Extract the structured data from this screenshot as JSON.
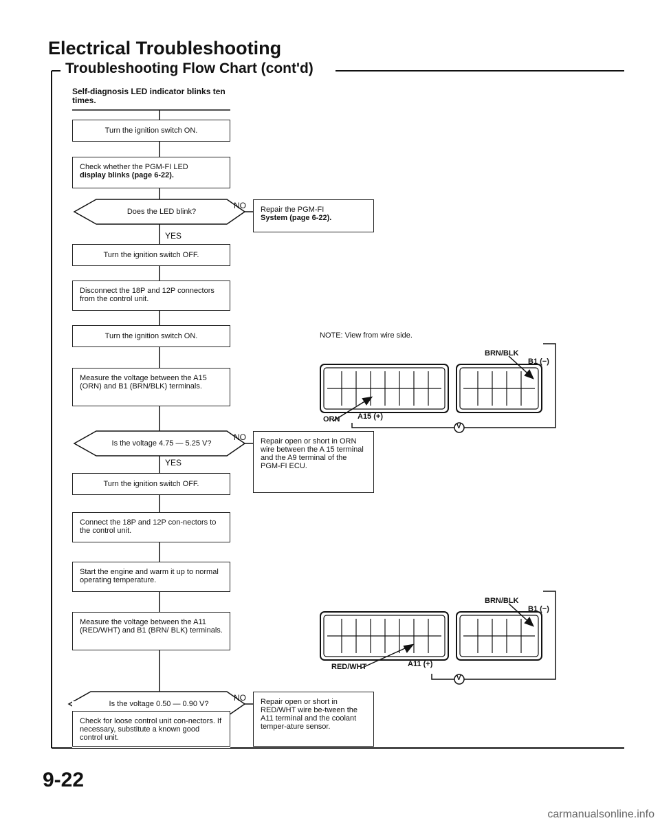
{
  "header": {
    "title": "Electrical Troubleshooting",
    "subtitle": "Troubleshooting Flow Chart (cont'd)"
  },
  "intro": "Self-diagnosis LED indicator blinks ten times.",
  "steps": {
    "s1": "Turn the ignition switch ON.",
    "s2a": "Check whether the PGM-FI LED",
    "s2b": "display blinks (page 6-22).",
    "q1": "Does the LED blink?",
    "r1a": "Repair the PGM-FI",
    "r1b": "System (page 6-22).",
    "s3": "Turn the ignition switch OFF.",
    "s4": "Disconnect the 18P and 12P connectors from the control unit.",
    "s5": "Turn the ignition switch ON.",
    "s6": "Measure the voltage between the A15 (ORN) and B1 (BRN/BLK) terminals.",
    "q2": "Is the voltage 4.75 — 5.25 V?",
    "r2": "Repair open or short in ORN wire between the A 15 terminal and the A9 terminal of the PGM-FI ECU.",
    "s7": "Turn the ignition switch OFF.",
    "s8": "Connect the 18P and 12P con-nectors to the control unit.",
    "s9": "Start the engine and warm it up to normal operating temperature.",
    "s10": "Measure the voltage between the A11 (RED/WHT) and B1 (BRN/ BLK) terminals.",
    "q3": "Is the voltage 0.50 — 0.90 V?",
    "r3": "Repair open or short in RED/WHT wire be-tween the A11 terminal and the coolant temper-ature sensor.",
    "s11": "Check for loose control unit con-nectors. If necessary, substitute a known good control unit."
  },
  "labels": {
    "yes": "YES",
    "no": "NO"
  },
  "diagram1": {
    "note": "NOTE: View from wire side.",
    "wire_top": "BRN/BLK",
    "terminal_top": "B1 (−)",
    "wire_bottom": "ORN",
    "terminal_bottom": "A15 (+)",
    "meter": "V"
  },
  "diagram2": {
    "wire_top": "BRN/BLK",
    "terminal_top": "B1 (−)",
    "wire_bottom": "RED/WHT",
    "terminal_bottom": "A11 (+)",
    "meter": "V"
  },
  "page_number": "9-22",
  "watermark": "carmanualsonline.info"
}
